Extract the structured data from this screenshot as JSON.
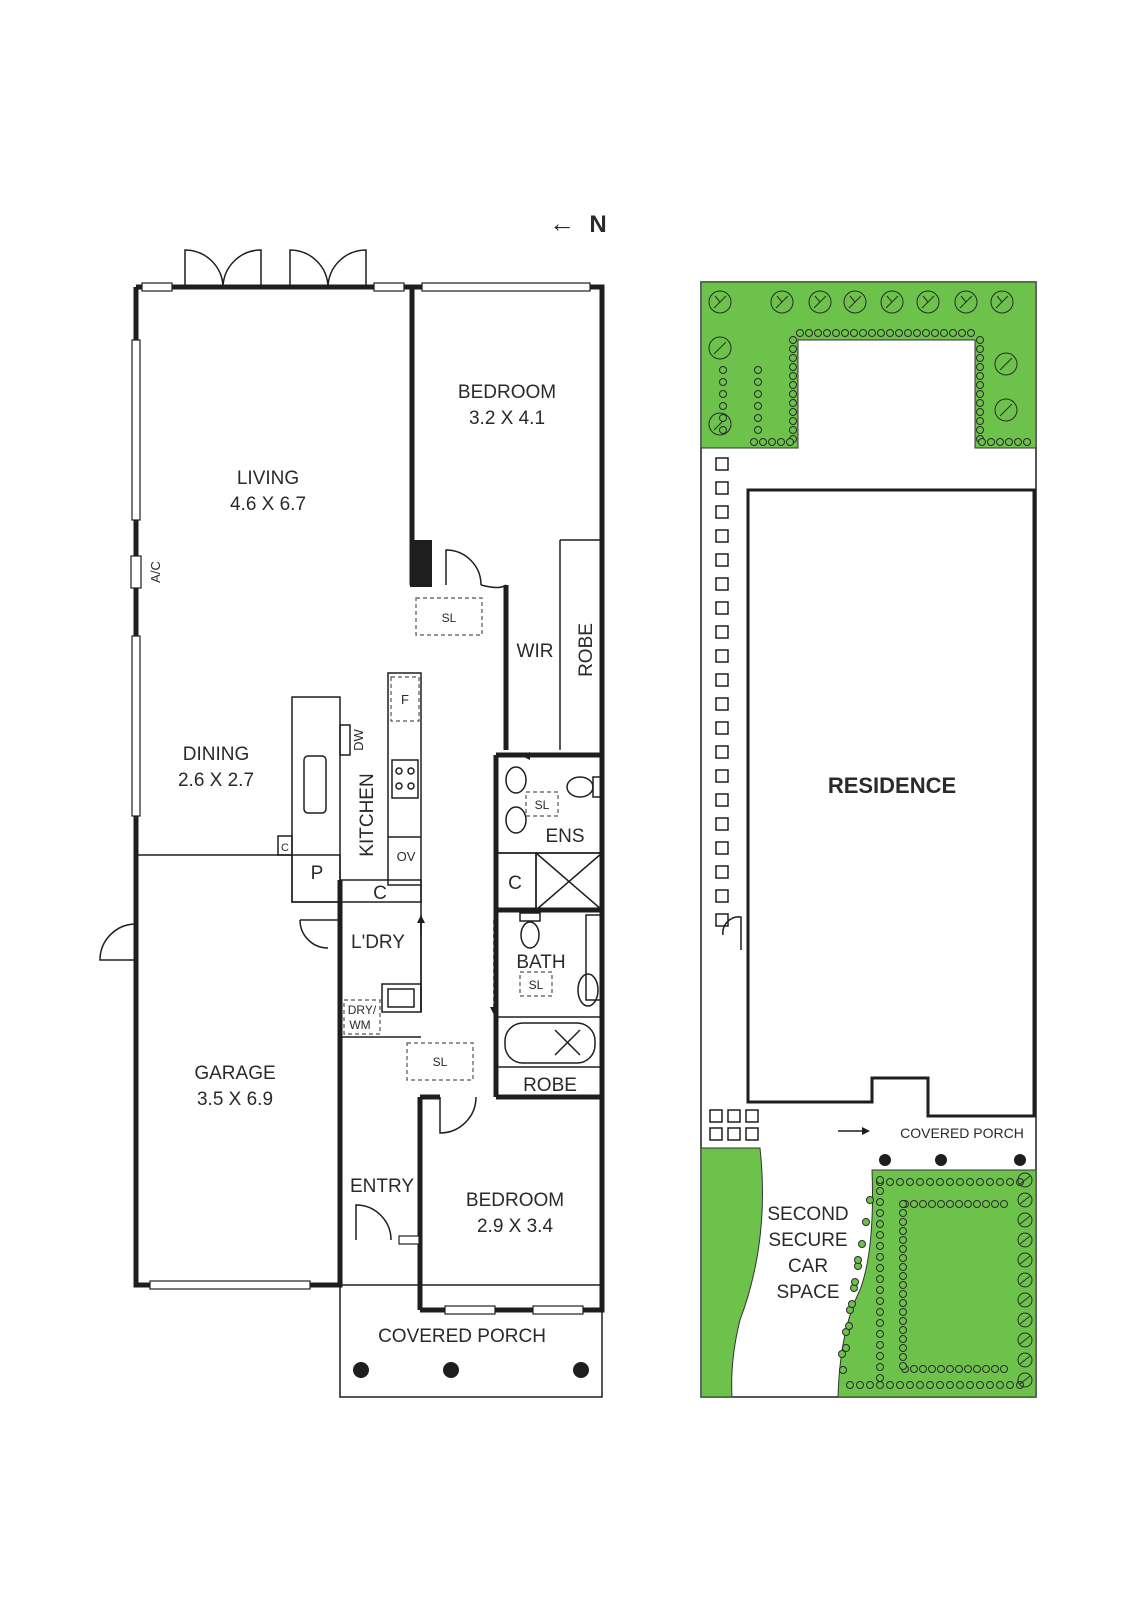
{
  "north": {
    "arrow": "←",
    "label": "N"
  },
  "rooms": {
    "living": {
      "name": "LIVING",
      "dims": "4.6 X 6.7"
    },
    "bedroom1": {
      "name": "BEDROOM",
      "dims": "3.2 X 4.1"
    },
    "dining": {
      "name": "DINING",
      "dims": "2.6 X 2.7"
    },
    "kitchen": {
      "name": "KITCHEN"
    },
    "wir": {
      "name": "WIR"
    },
    "robe1": {
      "name": "ROBE"
    },
    "ens": {
      "name": "ENS"
    },
    "laundry": {
      "name": "L'DRY"
    },
    "bath": {
      "name": "BATH"
    },
    "garage": {
      "name": "GARAGE",
      "dims": "3.5 X 6.9"
    },
    "robe2": {
      "name": "ROBE"
    },
    "entry": {
      "name": "ENTRY"
    },
    "bedroom2": {
      "name": "BEDROOM",
      "dims": "2.9 X 3.4"
    },
    "porch": {
      "name": "COVERED PORCH"
    }
  },
  "fixtures": {
    "ac": "A/C",
    "dw": "DW",
    "fridge": "F",
    "oven": "OV",
    "pantry": "P",
    "cupboard": "C",
    "cupboard_small": "C",
    "cupboard_ens": "C",
    "dry_wm_line1": "DRY/",
    "dry_wm_line2": "WM",
    "sl_living": "SL",
    "sl_ens": "SL",
    "sl_bath": "SL",
    "sl_hall": "SL"
  },
  "site": {
    "residence": "RESIDENCE",
    "covered_porch": "COVERED PORCH",
    "car_space": [
      "SECOND",
      "SECURE",
      "CAR",
      "SPACE"
    ]
  },
  "colors": {
    "garden": "#6cc24a",
    "wall": "#1e1e1e"
  }
}
